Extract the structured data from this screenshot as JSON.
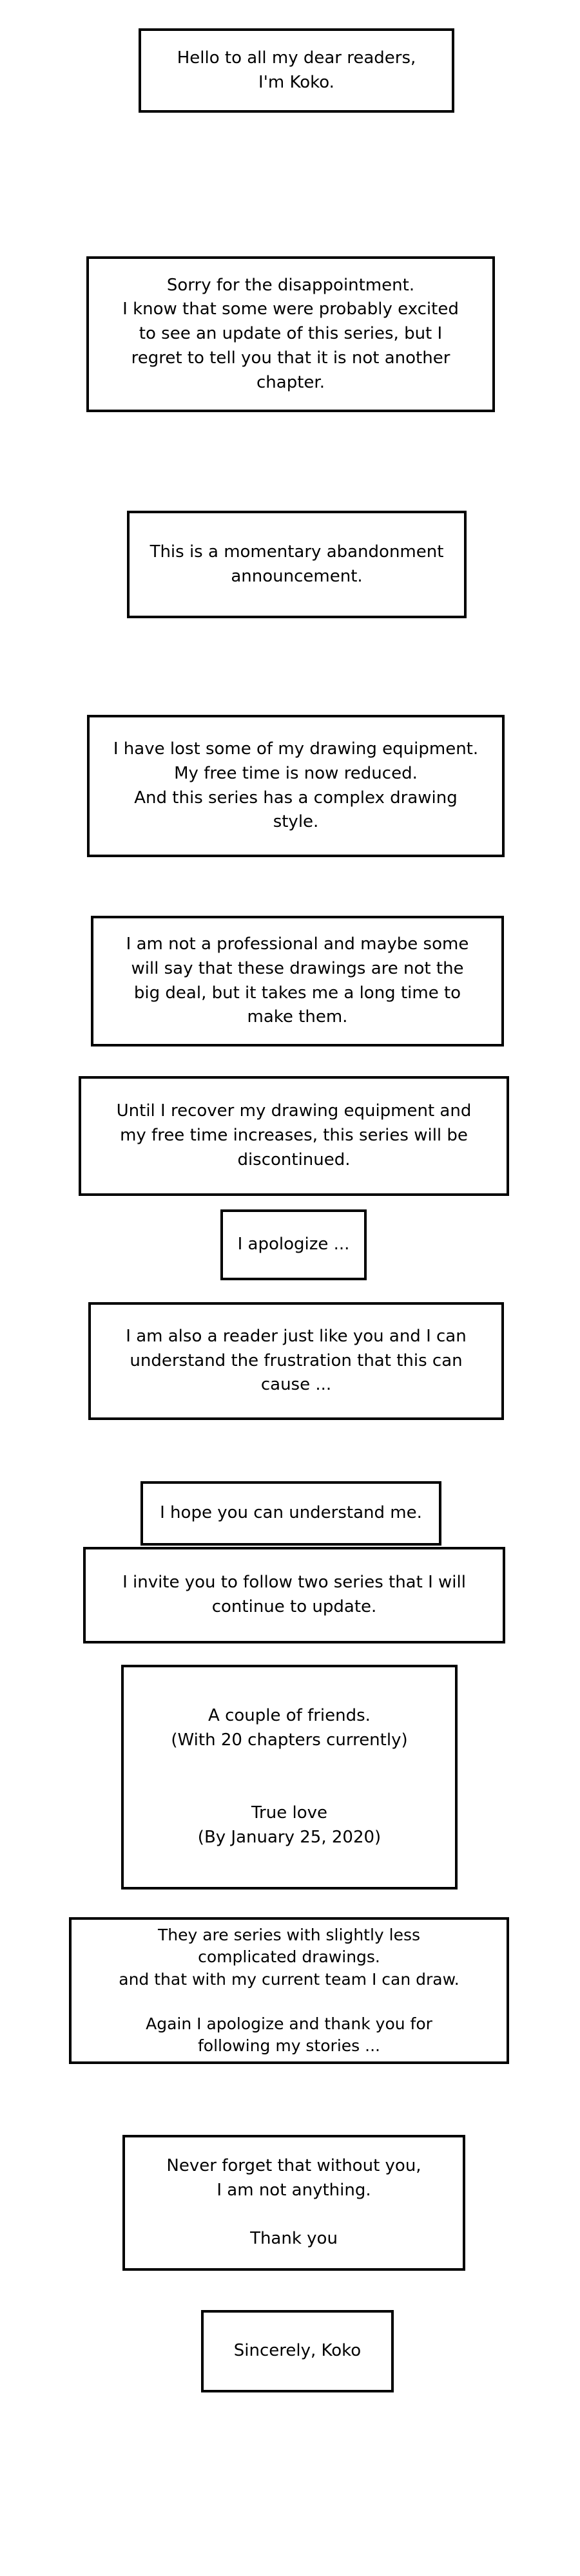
{
  "page": {
    "kind": "comic-announcement-page",
    "background_color": "#ffffff",
    "border_color": "#000000",
    "text_color": "#000000"
  },
  "boxes": [
    {
      "name": "box-greeting",
      "text": "Hello to all my dear readers,\nI'm Koko."
    },
    {
      "name": "box-disappointment",
      "text": "Sorry for the disappointment.\nI know that some were probably excited\nto see an update of this series, but I\nregret to tell you that it is not another\nchapter."
    },
    {
      "name": "box-announcement",
      "text": "This is a momentary abandonment\nannouncement."
    },
    {
      "name": "box-reasons",
      "text": "I have lost some of my drawing equipment.\nMy free time is now reduced.\nAnd this series has a complex drawing\nstyle."
    },
    {
      "name": "box-not-professional",
      "text": "I am not a professional and maybe some\nwill say that these drawings are not the\nbig deal, but it takes me a long time to\nmake them."
    },
    {
      "name": "box-discontinued",
      "text": "Until I recover my drawing equipment and\nmy free time increases, this series will be\ndiscontinued."
    },
    {
      "name": "box-apologize",
      "text": "I apologize ..."
    },
    {
      "name": "box-reader-too",
      "text": "I am also a reader just like you and I can\nunderstand the frustration that this can\ncause ..."
    },
    {
      "name": "box-hope-understand",
      "text": "I hope you can understand me."
    },
    {
      "name": "box-invite",
      "text": "I invite you to follow two series that I will\ncontinue to update."
    },
    {
      "name": "box-series-list",
      "text": "A couple of friends.\n(With 20 chapters currently)\n\n\nTrue love\n(By January 25, 2020)"
    },
    {
      "name": "box-less-complicated",
      "text": "They are series with slightly less\ncomplicated drawings.\nand that with my current team I can draw.\n\nAgain I apologize and thank you for\nfollowing my stories ..."
    },
    {
      "name": "box-never-forget",
      "text": "Never forget that without you,\nI am not anything.\n\nThank you"
    },
    {
      "name": "box-signature",
      "text": "Sincerely, Koko"
    }
  ]
}
